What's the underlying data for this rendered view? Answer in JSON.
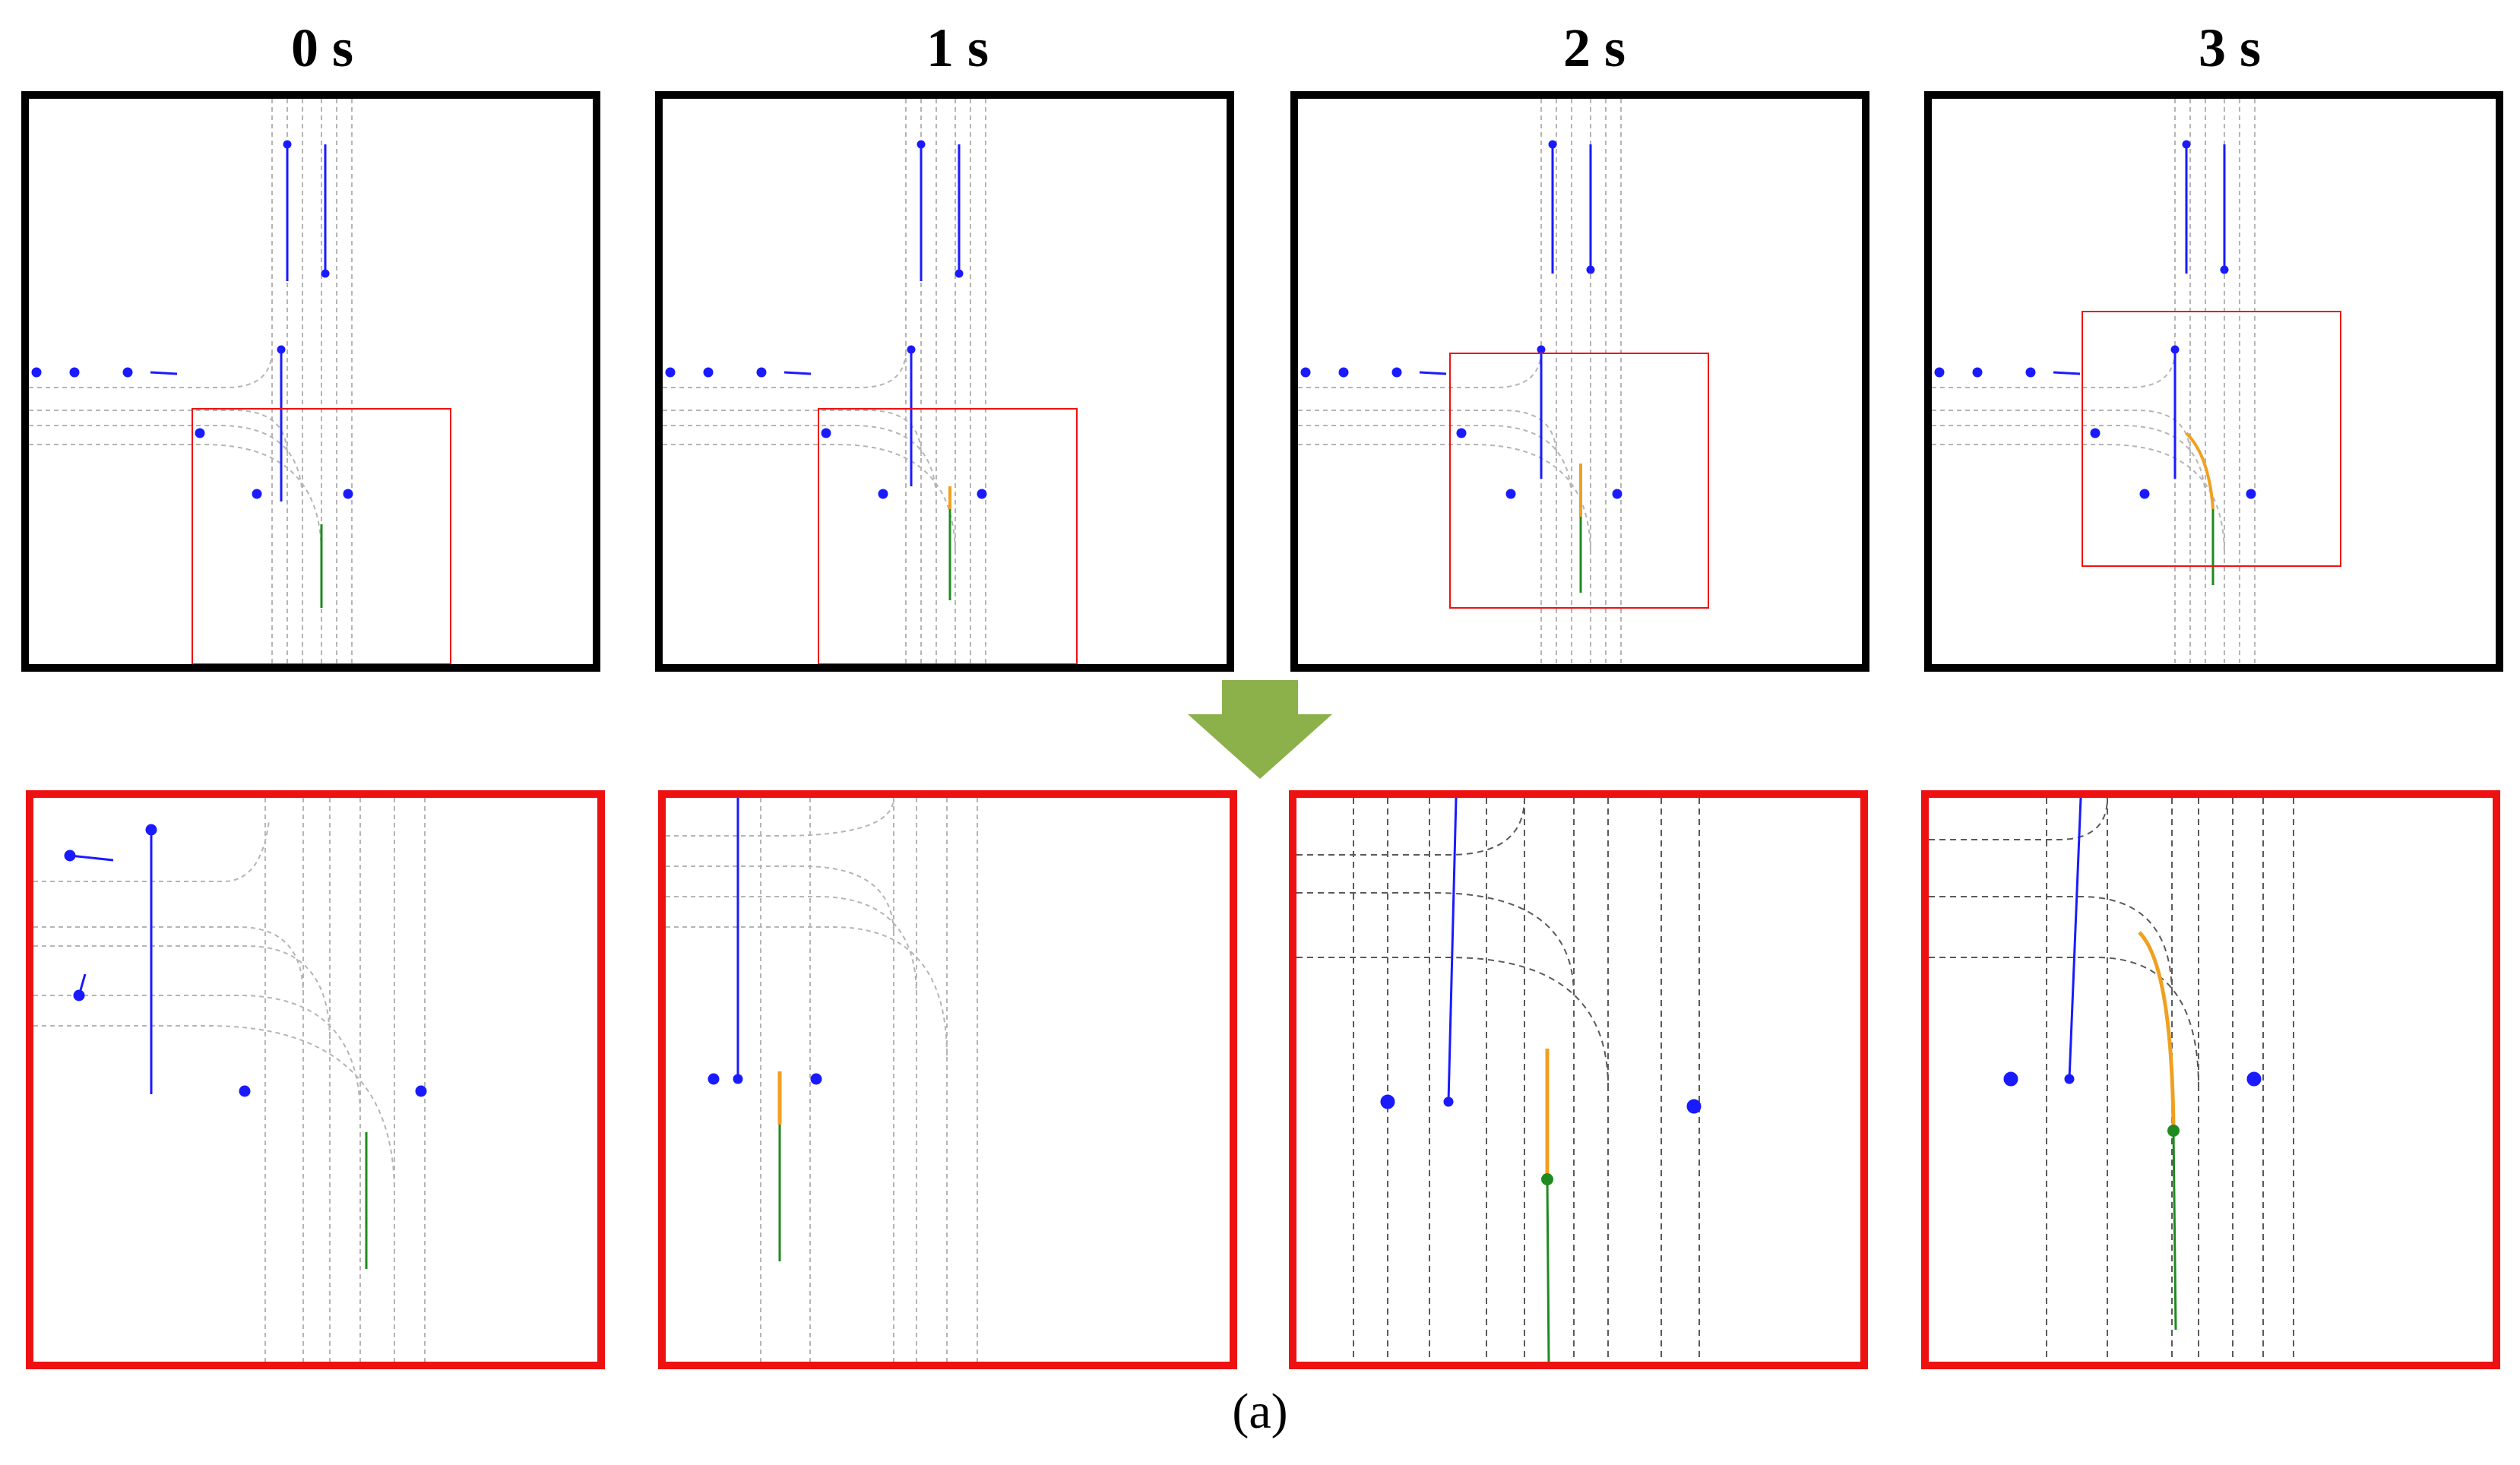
{
  "figure": {
    "time_labels": [
      "0 s",
      "1 s",
      "2 s",
      "3 s"
    ],
    "caption": "(a)"
  },
  "colors": {
    "frame": "#000000",
    "zoom_box": "#ee1111",
    "agents": "#1a1aff",
    "ego_history": "#1f8a1f",
    "prediction": "#f0a020",
    "prediction_marker_alt": "#e03020",
    "lanes": "#9a9a9a",
    "arrow": "#8cb04a"
  }
}
